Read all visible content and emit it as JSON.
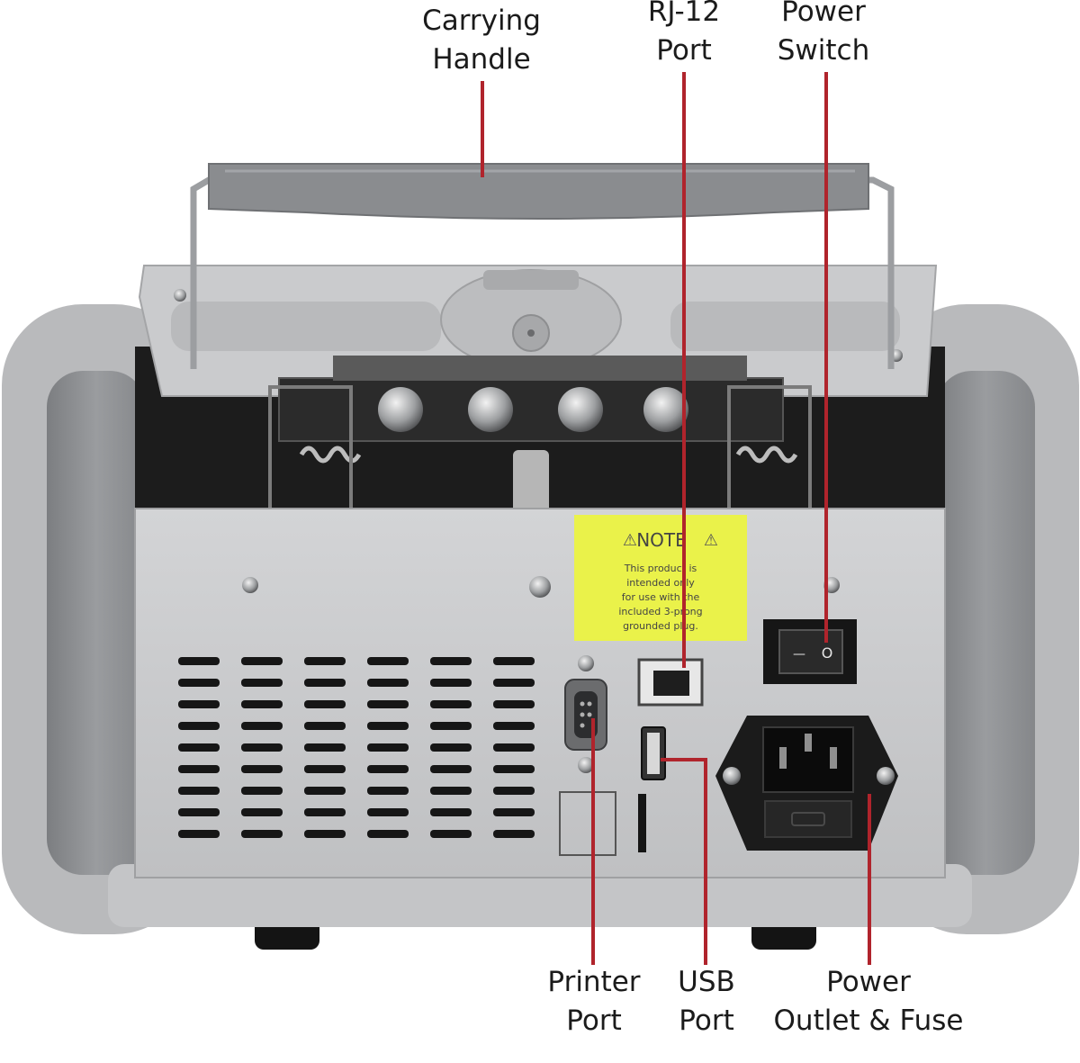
{
  "callouts": {
    "carrying_handle": [
      "Carrying",
      "Handle"
    ],
    "rj12_port": [
      "RJ-12",
      "Port"
    ],
    "power_switch": [
      "Power",
      "Switch"
    ],
    "printer_port": [
      "Printer",
      "Port"
    ],
    "usb_port": [
      "USB",
      "Port"
    ],
    "power_outlet": [
      "Power",
      "Outlet & Fuse"
    ]
  },
  "note_label": {
    "heading": "NOTE",
    "lines": [
      "This product is",
      "intended only",
      "for use with the",
      "included 3-prong",
      "grounded plug."
    ]
  },
  "switch_marks": {
    "on": "—",
    "off": "O"
  },
  "colors": {
    "leader_line": "#b0242c",
    "body_gray": "#c8c9cb",
    "side_gray": "#8d8f92",
    "panel_gray": "#cfd0d2",
    "cavity": "#1a1a1a",
    "label_yellow": "#eaf24a"
  }
}
